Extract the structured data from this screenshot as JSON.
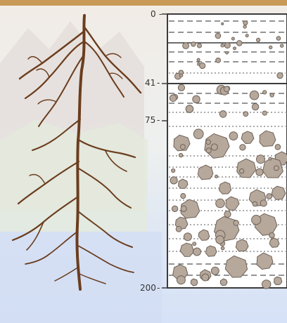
{
  "diagram": {
    "depth_labels": [
      "0",
      "41",
      "75",
      "200"
    ],
    "colors": {
      "background_top": "#c89a55",
      "sky": "#dce6f3",
      "root": "#6b3d1e",
      "soil_box": "#ffffff",
      "soil_outline": "#3b3b3b",
      "pebble_fill": "#b7a89c",
      "pebble_stroke": "#6e6258"
    },
    "layers": [
      "upper-dashed-with-pebbles",
      "dotted-small-pebbles",
      "dotted-medium-pebbles",
      "large-stones"
    ]
  }
}
